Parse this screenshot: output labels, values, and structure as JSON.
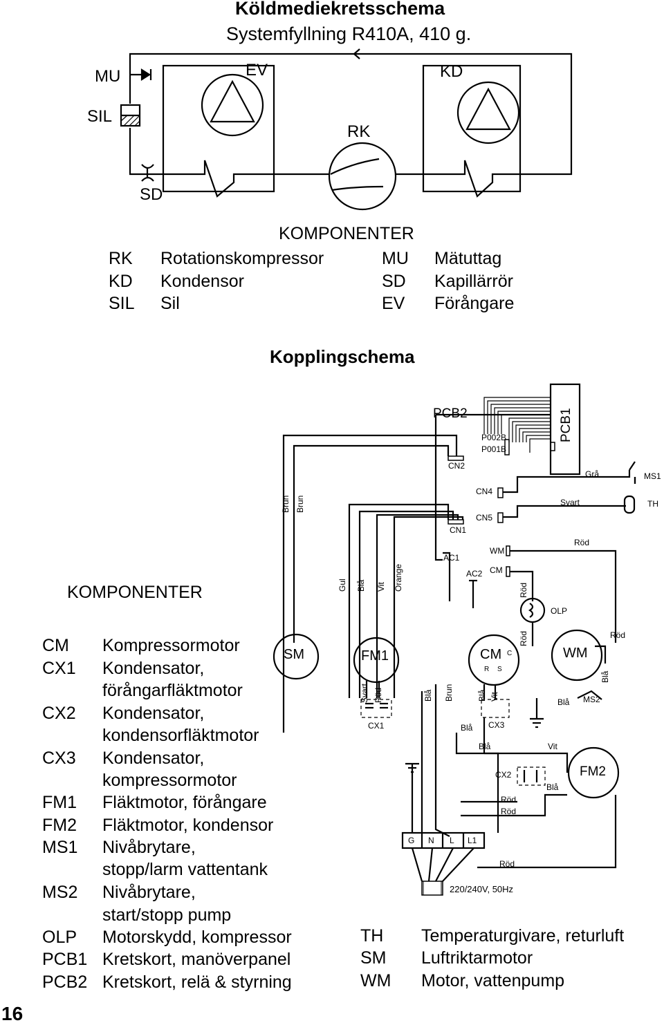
{
  "header": {
    "title": "Köldmediekretsschema",
    "subtitle": "Systemfyllning R410A, 410 g."
  },
  "refrigerant": {
    "labels": {
      "mu": "MU",
      "ev": "EV",
      "kd": "KD",
      "sil": "SIL",
      "rk": "RK",
      "sd": "SD"
    },
    "components_heading": "KOMPONENTER",
    "components": [
      {
        "code": "RK",
        "name": "Rotationskompressor"
      },
      {
        "code": "KD",
        "name": "Kondensor"
      },
      {
        "code": "SIL",
        "name": "Sil"
      },
      {
        "code": "MU",
        "name": "Mätuttag"
      },
      {
        "code": "SD",
        "name": "Kapillärrör"
      },
      {
        "code": "EV",
        "name": "Förångare"
      }
    ]
  },
  "wiring": {
    "title": "Kopplingschema",
    "components_heading": "KOMPONENTER",
    "components": [
      {
        "code": "CM",
        "name": "Kompressormotor"
      },
      {
        "code": "CX1",
        "name": "Kondensator,",
        "name2": "förångarfläktmotor"
      },
      {
        "code": "CX2",
        "name": "Kondensator,",
        "name2": "kondensorfläktmotor"
      },
      {
        "code": "CX3",
        "name": "Kondensator,",
        "name2": "kompressormotor"
      },
      {
        "code": "FM1",
        "name": "Fläktmotor, förångare"
      },
      {
        "code": "FM2",
        "name": "Fläktmotor, kondensor"
      },
      {
        "code": "MS1",
        "name": "Nivåbrytare,",
        "name2": "stopp/larm vattentank"
      },
      {
        "code": "MS2",
        "name": "Nivåbrytare,",
        "name2": "start/stopp pump"
      },
      {
        "code": "OLP",
        "name": "Motorskydd, kompressor"
      },
      {
        "code": "PCB1",
        "name": "Kretskort, manöverpanel"
      },
      {
        "code": "PCB2",
        "name": "Kretskort, relä & styrning"
      }
    ],
    "components_right": [
      {
        "code": "TH",
        "name": "Temperaturgivare, returluft"
      },
      {
        "code": "SM",
        "name": "Luftriktarmotor"
      },
      {
        "code": "WM",
        "name": "Motor, vattenpump"
      }
    ],
    "diagram": {
      "pcb2": "PCB2",
      "pcb1": "PCB1",
      "p002b": "P002B",
      "p001b": "P001B",
      "cn1": "CN1",
      "cn2": "CN2",
      "cn4": "CN4",
      "cn5": "CN5",
      "ac1": "AC1",
      "ac2": "AC2",
      "wm": "WM",
      "cm": "CM",
      "ms1": "MS1",
      "th": "TH",
      "gra": "Grå",
      "svart": "Svart",
      "rod": "Röd",
      "brun": "Brun",
      "gul": "Gul",
      "bla": "Blå",
      "vit": "Vit",
      "orange": "Orange",
      "olp": "OLP",
      "sm": "SM",
      "fm1": "FM1",
      "fm2": "FM2",
      "cx1": "CX1",
      "cx2": "CX2",
      "cx3": "CX3",
      "ms2": "MS2",
      "wm_motor": "WM",
      "cm_motor": "CM",
      "c": "C",
      "r": "R",
      "s": "S",
      "g": "G",
      "n": "N",
      "l": "L",
      "l1": "L1",
      "supply": "220/240V, 50Hz"
    }
  },
  "page_number": "16"
}
